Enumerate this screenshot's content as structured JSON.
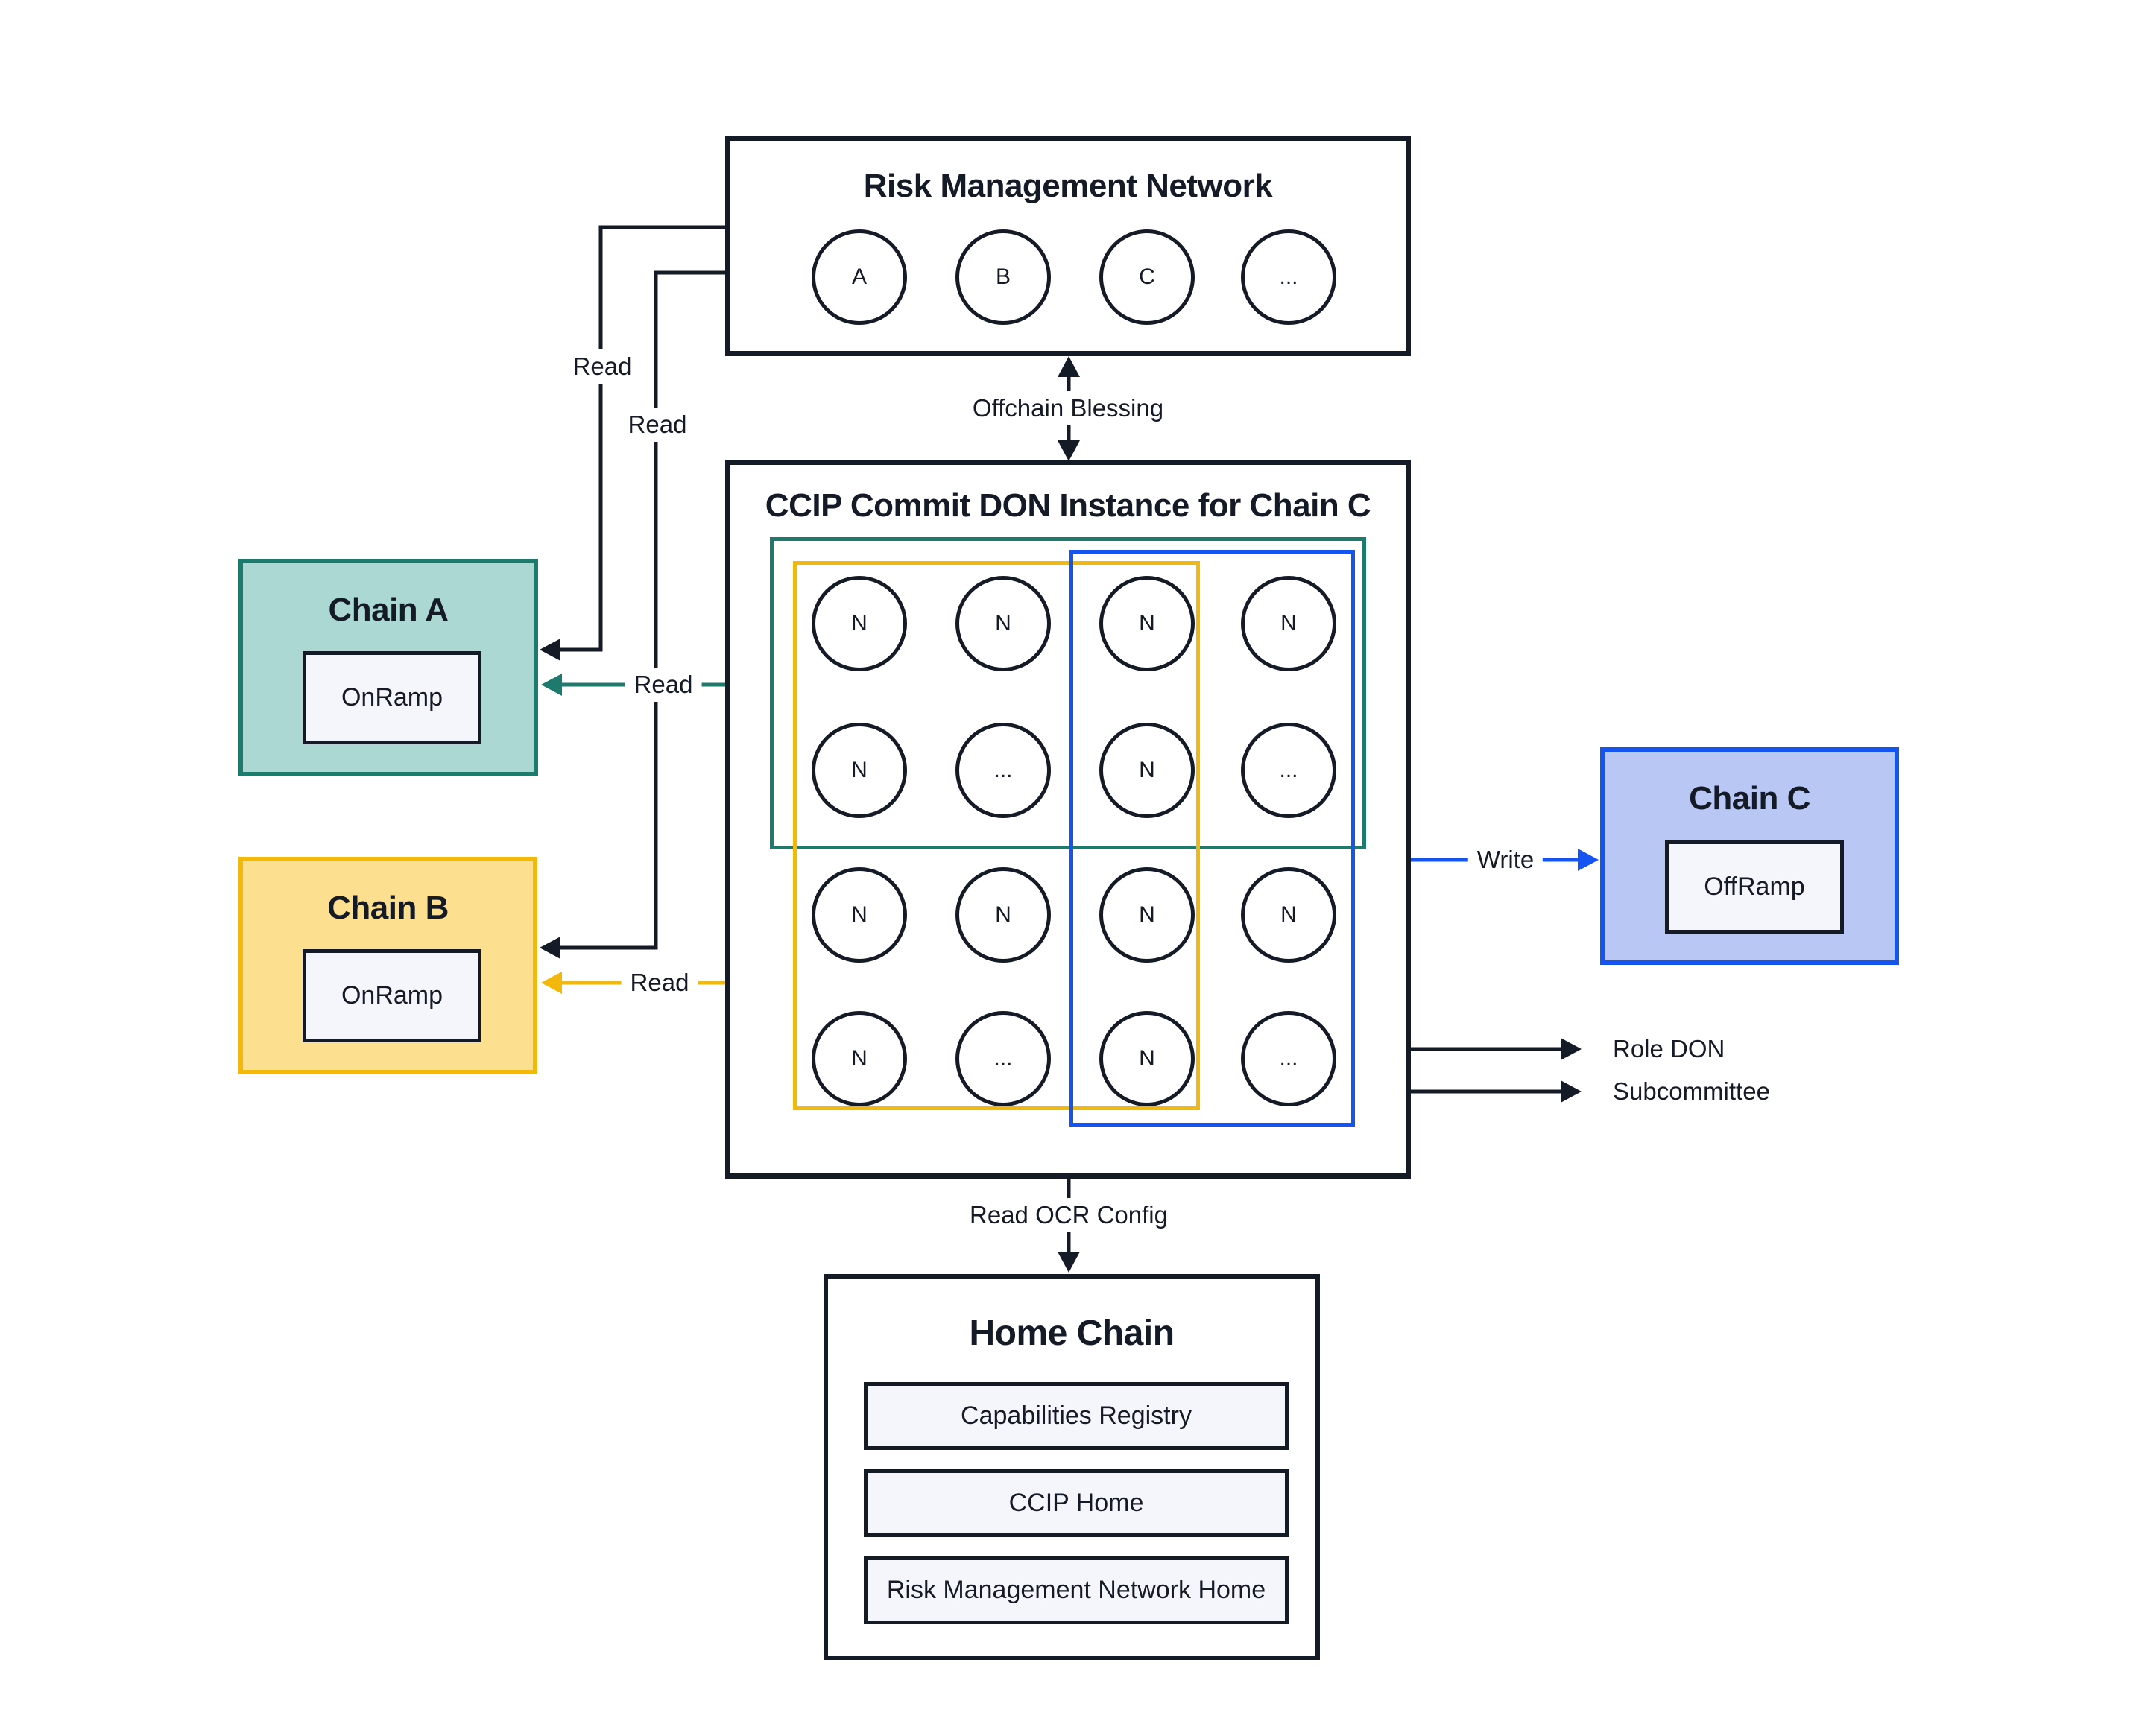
{
  "colors": {
    "dark": "#141a26",
    "teal": "#1e7a6c",
    "teal_fill": "#abd8d3",
    "yellow": "#f2b80b",
    "yellow_fill": "#fde08f",
    "blue": "#1455f2",
    "blue_fill": "#b9c7f4",
    "light_fill": "#f5f6fb",
    "background": "#ffffff"
  },
  "rmn": {
    "title": "Risk Management Network",
    "nodes": [
      "A",
      "B",
      "C",
      "..."
    ]
  },
  "ccip": {
    "title": "CCIP Commit DON Instance for Chain C",
    "grid": [
      [
        "N",
        "N",
        "N",
        "N"
      ],
      [
        "N",
        "...",
        "N",
        "..."
      ],
      [
        "N",
        "N",
        "N",
        "N"
      ],
      [
        "N",
        "...",
        "N",
        "..."
      ]
    ]
  },
  "chain_a": {
    "title": "Chain A",
    "contract": "OnRamp"
  },
  "chain_b": {
    "title": "Chain B",
    "contract": "OnRamp"
  },
  "chain_c": {
    "title": "Chain C",
    "contract": "OffRamp"
  },
  "home_chain": {
    "title": "Home Chain",
    "items": [
      "Capabilities Registry",
      "CCIP Home",
      "Risk Management Network Home"
    ]
  },
  "labels": {
    "read_rmn_to_chain_a": "Read",
    "read_rmn_to_chain_b": "Read",
    "read_don_to_chain_a": "Read",
    "read_don_to_chain_b": "Read",
    "write": "Write",
    "offchain_blessing": "Offchain Blessing",
    "read_ocr_config": "Read OCR Config",
    "role_don": "Role DON",
    "subcommittee": "Subcommittee"
  }
}
